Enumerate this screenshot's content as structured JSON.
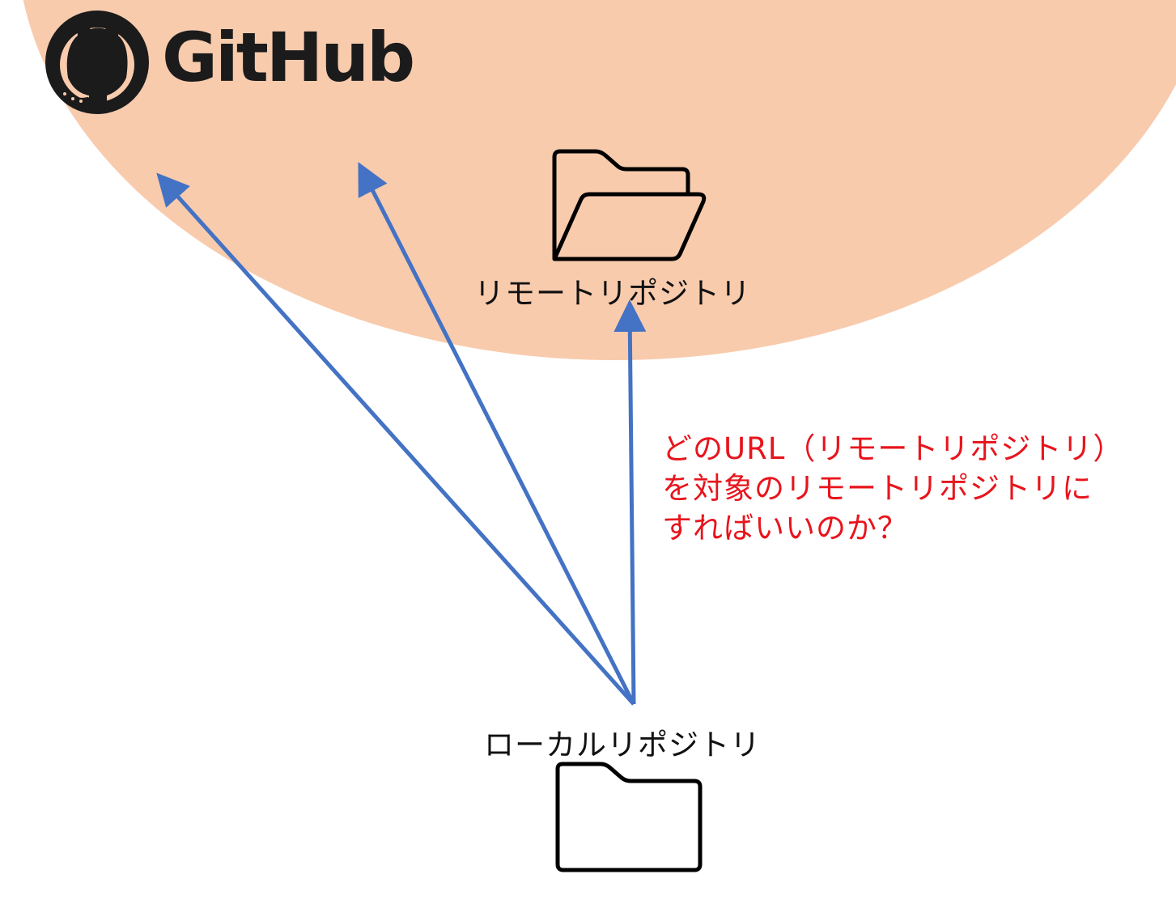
{
  "brand": {
    "name": "GitHub",
    "icon": "github-octocat-icon"
  },
  "remote": {
    "label": "リモートリポジトリ",
    "icon": "open-folder-icon"
  },
  "local": {
    "label": "ローカルリポジトリ",
    "icon": "folder-icon"
  },
  "question": {
    "text": "どのURL（リモートリポジトリ）を対象のリモートリポジトリにすればいいのか？"
  },
  "colors": {
    "cloud": "#f8cbad",
    "arrow": "#4472c4",
    "question_text": "#ff0000",
    "ink": "#111111"
  }
}
